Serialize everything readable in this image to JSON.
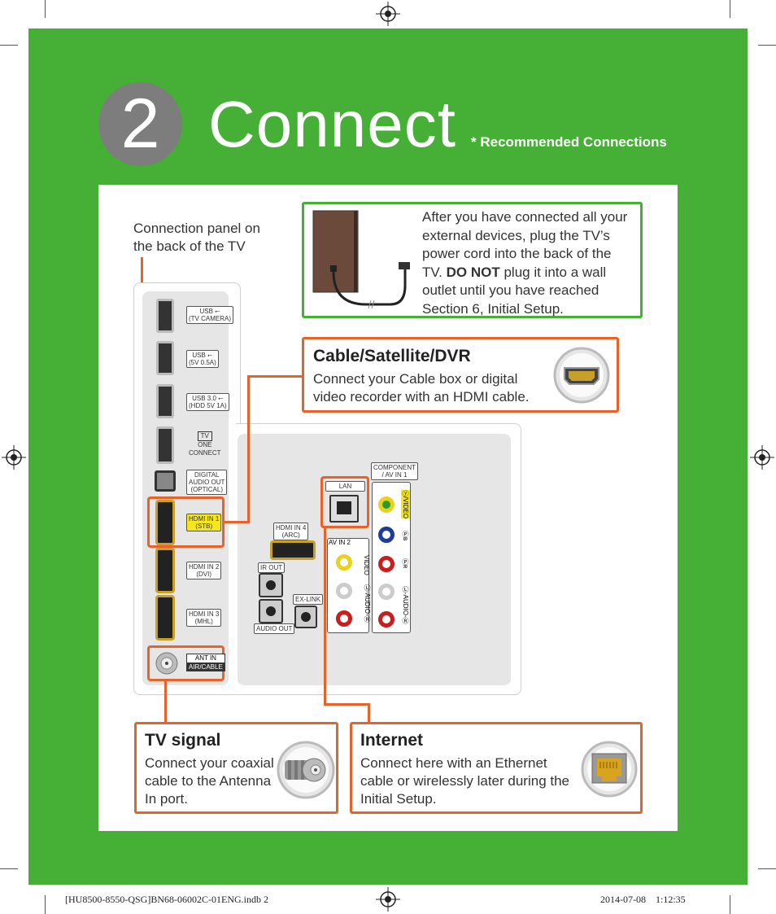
{
  "header": {
    "step_number": "2",
    "title": "Connect",
    "recommended": "* Recommended Connections"
  },
  "panel_caption": "Connection panel on the back of the TV",
  "power_note": {
    "text_before": "After you have connected all your external devices, plug the TV’s power cord into the back of the TV.",
    "emphasis": "DO NOT",
    "text_after": "plug it into a wall outlet until you have reached Section 6, Initial Setup."
  },
  "cable_box": {
    "title": "Cable/Satellite/DVR",
    "text": "Connect your Cable box or digital video recorder with an HDMI cable.",
    "icon": "hdmi-connector-icon"
  },
  "tv_signal": {
    "title": "TV signal",
    "text": "Connect your coaxial cable to the Antenna In port.",
    "icon": "coaxial-connector-icon"
  },
  "internet": {
    "title": "Internet",
    "text": "Connect here with an Ethernet cable or wirelessly later during the Initial Setup.",
    "icon": "ethernet-connector-icon"
  },
  "ports": {
    "usb1": [
      "USB ⭠",
      "(TV CAMERA)"
    ],
    "usb2": [
      "USB ⭠",
      "(5V 0.5A)"
    ],
    "usb3": [
      "USB 3.0 ⭠",
      "(HDD 5V 1A)"
    ],
    "one_connect": [
      "TV",
      "ONE",
      "CONNECT"
    ],
    "optical": [
      "DIGITAL",
      "AUDIO OUT",
      "(OPTICAL)"
    ],
    "hdmi1": [
      "HDMI IN 1",
      "(STB)"
    ],
    "hdmi2": [
      "HDMI IN 2",
      "(DVI)"
    ],
    "hdmi3": [
      "HDMI IN 3",
      "(MHL)"
    ],
    "ant": [
      "ANT IN",
      "AIR/CABLE"
    ],
    "hdmi4": [
      "HDMI IN 4",
      "(ARC)"
    ],
    "ir_out": "IR OUT",
    "audio_out": "AUDIO OUT",
    "ex_link": "EX-LINK",
    "lan": "LAN",
    "av_in2": "AV IN 2",
    "component": [
      "COMPONENT",
      "/ AV IN 1"
    ],
    "video": "VIDEO",
    "audio_lr": "Ⓛ-AUDIO-Ⓡ",
    "y_video": "ⓨ/VIDEO",
    "pb": "Ⓟʙ",
    "pr": "Ⓟʀ",
    "comp_audio": "Ⓛ-AUDIO-Ⓡ"
  },
  "footer": {
    "left": "[HU8500-8550-QSG]BN68-06002C-01ENG.indb   2",
    "right": "2014-07-08      1:12:35"
  },
  "colors": {
    "green": "#45b035",
    "orange": "#e8622c",
    "gray_circle": "#7d7d7d"
  }
}
